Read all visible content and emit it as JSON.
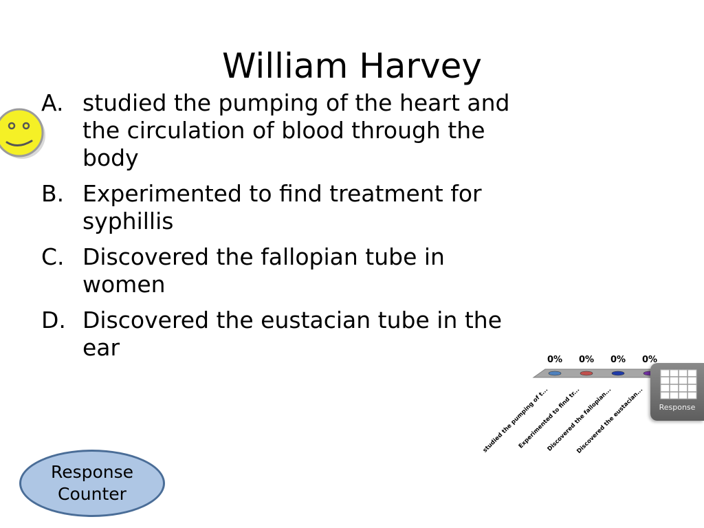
{
  "slide": {
    "title": "William Harvey",
    "answers": [
      {
        "letter": "A.",
        "text": "studied the pumping of the heart and the circulation of blood through the body"
      },
      {
        "letter": "B.",
        "text": "Experimented to find treatment for syphillis"
      },
      {
        "letter": "C.",
        "text": "Discovered the fallopian tube in women"
      },
      {
        "letter": "D.",
        "text": "Discovered the eustacian tube in the ear"
      }
    ]
  },
  "chart_data": {
    "type": "bar",
    "categories": [
      "studied the pumping of t...",
      "Experimented to find tr...",
      "Discovered the fallopian...",
      "Discovered the eustacian..."
    ],
    "values": [
      0,
      0,
      0,
      0
    ],
    "data_labels": [
      "0%",
      "0%",
      "0%",
      "0%"
    ],
    "colors": [
      "#4f81bd",
      "#c0504d",
      "#1f3aa8",
      "#7030a0"
    ]
  },
  "response_button": {
    "label": "Response",
    "icon": "grid-icon"
  },
  "counter": {
    "label": "Response\nCounter"
  },
  "colors": {
    "counter_fill": "#aec6e4",
    "counter_border": "#4a6d97",
    "smiley": "#f5f026"
  }
}
